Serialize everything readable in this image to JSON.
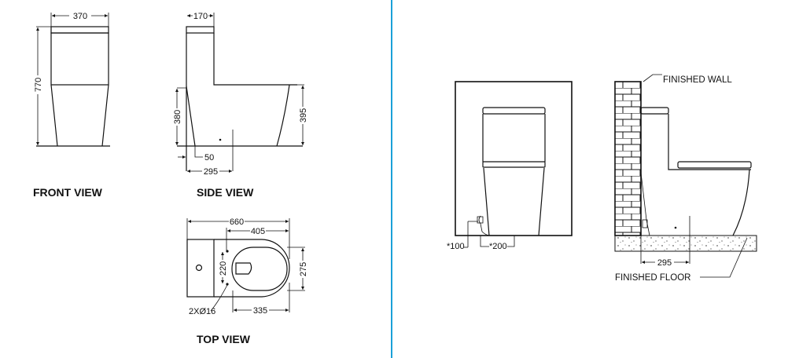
{
  "divider_color": "#1ba1d8",
  "front_view": {
    "title": "FRONT VIEW",
    "width_dim": "370",
    "height_dim": "770"
  },
  "side_view": {
    "title": "SIDE VIEW",
    "depth_dim": "170",
    "inlet_height_dim": "380",
    "seat_height_dim": "395",
    "offset_dim": "50",
    "outlet_dim": "295"
  },
  "top_view": {
    "title": "TOP VIEW",
    "length_dim": "660",
    "bowl_dim": "405",
    "width_dim": "275",
    "hole_spacing_dim": "220",
    "seat_dim": "335",
    "holes_label": "2XØ16"
  },
  "install_front": {
    "side_dim": "*100",
    "center_dim": "*200"
  },
  "install_side": {
    "wall_label": "FINISHED WALL",
    "floor_label": "FINISHED FLOOR",
    "outlet_dim": "295"
  }
}
